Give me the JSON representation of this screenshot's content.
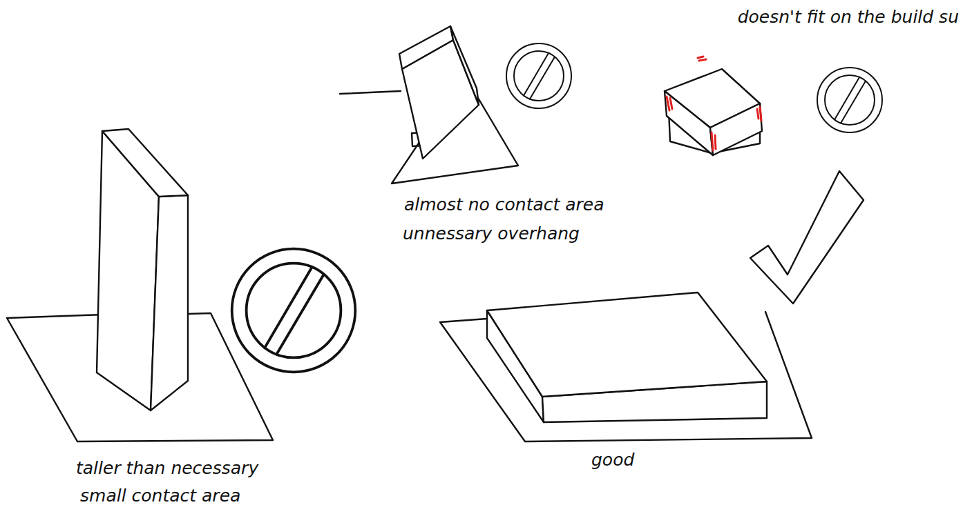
{
  "diagram": {
    "labels": [
      "doesn't fit on the build su",
      "almost no contact area",
      "unnessary overhang",
      "taller than necessary",
      "small contact area",
      "good"
    ]
  }
}
